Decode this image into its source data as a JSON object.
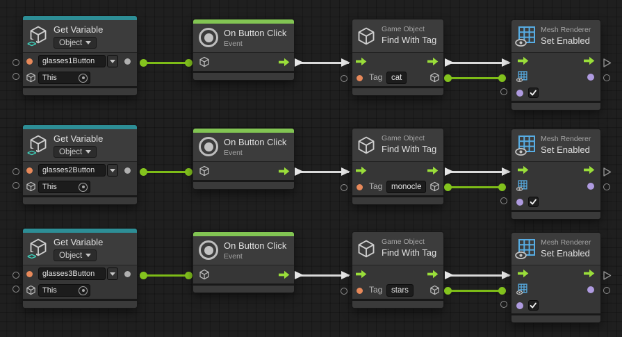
{
  "colors": {
    "teal_header_accent": "#2D8E96",
    "green_header_accent": "#82C553",
    "value_wire_green": "#7FBE17",
    "flow_arrow_green": "#9ADE3A",
    "flow_wire_white": "#DADADA",
    "port_orange": "#E8895A",
    "port_purple": "#AF9BE0",
    "port_blue": "#57ADE4",
    "port_gray": "#B0B0B0"
  },
  "icons": {
    "cube-icon": "wireframe cube glyph",
    "code-brackets-icon": "<>",
    "radio-circle-icon": "double circle",
    "mesh-grid-eye-icon": "blue grid with eye",
    "flow-arrow-icon": "green right arrow",
    "dropdown-arrow-icon": "▾",
    "object-picker-icon": "⊙",
    "check-icon": "✓"
  },
  "rows": [
    {
      "get_variable": {
        "title": "Get Variable",
        "kind": "Object",
        "name": "glasses1Button",
        "target": "This"
      },
      "on_button_click": {
        "title": "On Button Click",
        "subtitle": "Event"
      },
      "find_with_tag": {
        "group": "Game Object",
        "title": "Find With Tag",
        "tag_label": "Tag",
        "tag_value": "cat"
      },
      "mesh_renderer": {
        "group": "Mesh Renderer",
        "title": "Set Enabled",
        "enabled_checked": true
      }
    },
    {
      "get_variable": {
        "title": "Get Variable",
        "kind": "Object",
        "name": "glasses2Button",
        "target": "This"
      },
      "on_button_click": {
        "title": "On Button Click",
        "subtitle": "Event"
      },
      "find_with_tag": {
        "group": "Game Object",
        "title": "Find With Tag",
        "tag_label": "Tag",
        "tag_value": "monocle"
      },
      "mesh_renderer": {
        "group": "Mesh Renderer",
        "title": "Set Enabled",
        "enabled_checked": true
      }
    },
    {
      "get_variable": {
        "title": "Get Variable",
        "kind": "Object",
        "name": "glasses3Button",
        "target": "This"
      },
      "on_button_click": {
        "title": "On Button Click",
        "subtitle": "Event"
      },
      "find_with_tag": {
        "group": "Game Object",
        "title": "Find With Tag",
        "tag_label": "Tag",
        "tag_value": "stars"
      },
      "mesh_renderer": {
        "group": "Mesh Renderer",
        "title": "Set Enabled",
        "enabled_checked": true
      }
    }
  ]
}
